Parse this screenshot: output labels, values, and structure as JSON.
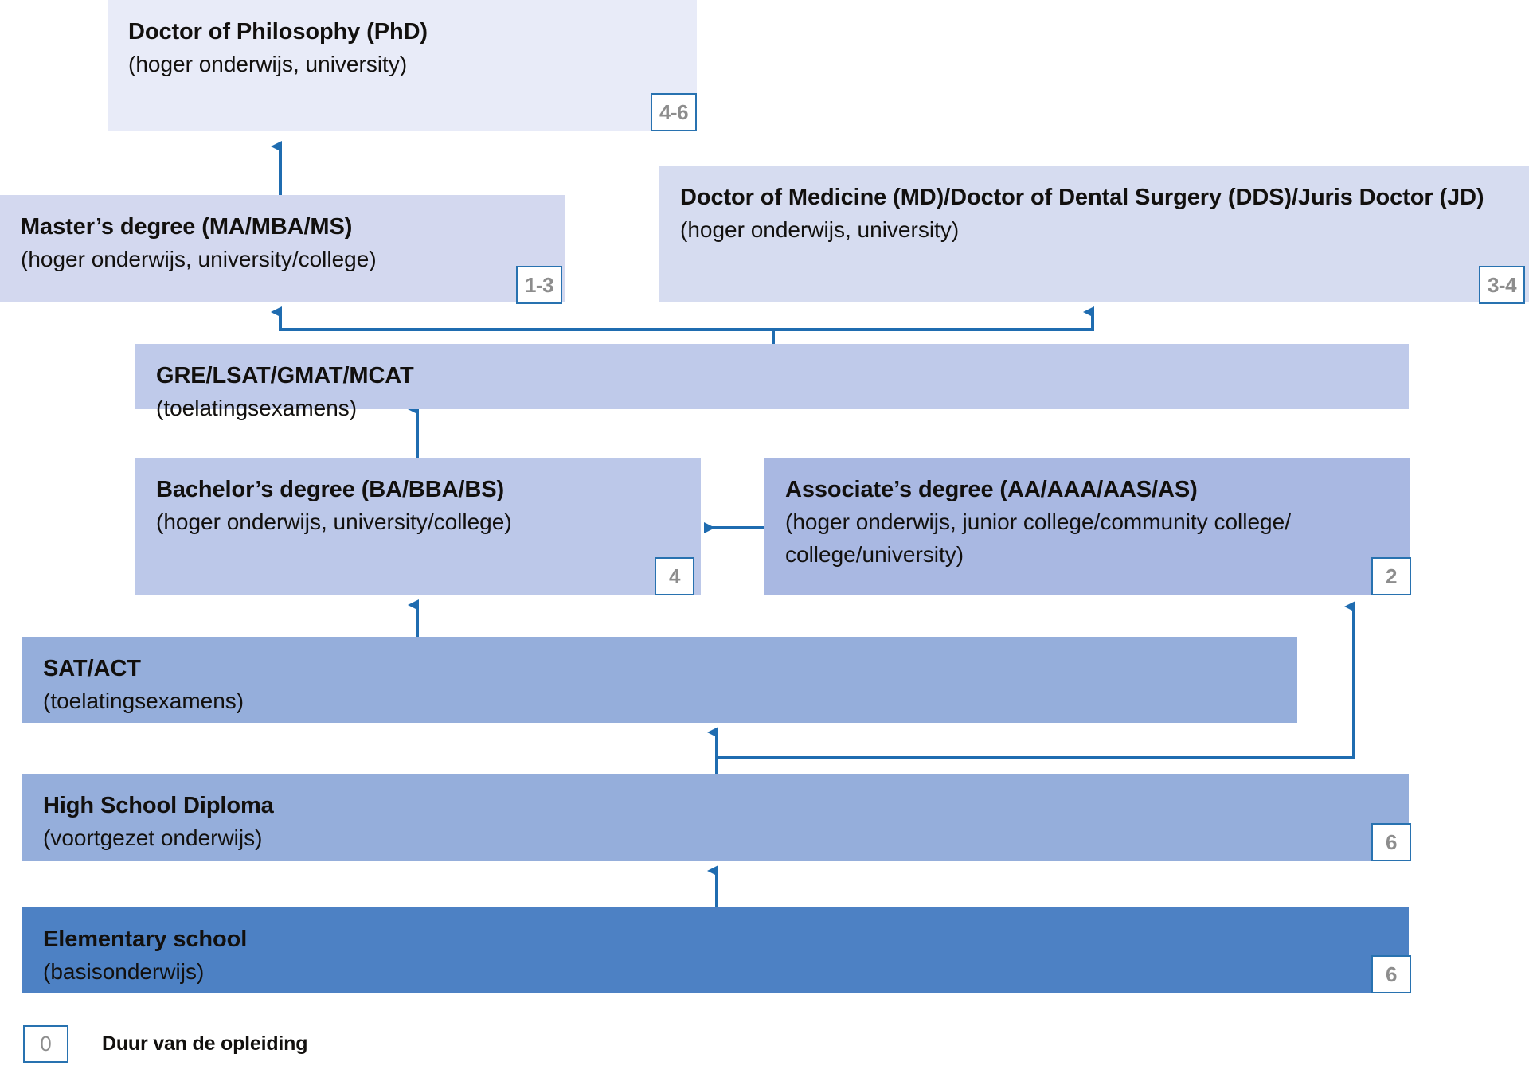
{
  "diagram": {
    "title_internal": "US education system flowchart",
    "legend": {
      "badge_value": "0",
      "label": "Duur van de opleiding"
    },
    "colors": {
      "level_phd": "#e8ebf8",
      "level_master": "#d3d8ef",
      "level_md": "#d6dcf0",
      "level_gre": "#bfcaea",
      "level_bachelor": "#bcc8e9",
      "level_associate": "#a9b8e2",
      "level_sat": "#95aedb",
      "level_highschool": "#95aedb",
      "level_elementary": "#4d81c4",
      "arrow": "#1f6cb0",
      "badge_border": "#2872b0",
      "badge_text": "#8d8d8d",
      "text": "#12100e"
    },
    "nodes": [
      {
        "id": "phd",
        "title": "Doctor of Philosophy (PhD)",
        "subtitle": "(hoger onderwijs, university)",
        "subtitle_line2": "",
        "duration": "4-6"
      },
      {
        "id": "master",
        "title": "Master’s degree (MA/MBA/MS)",
        "subtitle": "(hoger onderwijs, university/college)",
        "subtitle_line2": "",
        "duration": "1-3"
      },
      {
        "id": "md",
        "title": "Doctor of Medicine (MD)/Doctor of Dental Surgery (DDS)/Juris Doctor (JD)",
        "subtitle": "(hoger onderwijs, university)",
        "subtitle_line2": "",
        "duration": "3-4"
      },
      {
        "id": "gre",
        "title": "GRE/LSAT/GMAT/MCAT",
        "subtitle": "(toelatingsexamens)",
        "subtitle_line2": "",
        "duration": ""
      },
      {
        "id": "bachelor",
        "title": "Bachelor’s degree (BA/BBA/BS)",
        "subtitle": "(hoger onderwijs, university/college)",
        "subtitle_line2": "",
        "duration": "4"
      },
      {
        "id": "associate",
        "title": "Associate’s degree (AA/AAA/AAS/AS)",
        "subtitle": "(hoger onderwijs, junior college/community college/",
        "subtitle_line2": "college/university)",
        "duration": "2"
      },
      {
        "id": "sat",
        "title": "SAT/ACT",
        "subtitle": "(toelatingsexamens)",
        "subtitle_line2": "",
        "duration": ""
      },
      {
        "id": "highschool",
        "title": "High School Diploma",
        "subtitle": "(voortgezet onderwijs)",
        "subtitle_line2": "",
        "duration": "6"
      },
      {
        "id": "elementary",
        "title": "Elementary school",
        "subtitle": "(basisonderwijs)",
        "subtitle_line2": "",
        "duration": "6"
      }
    ]
  }
}
